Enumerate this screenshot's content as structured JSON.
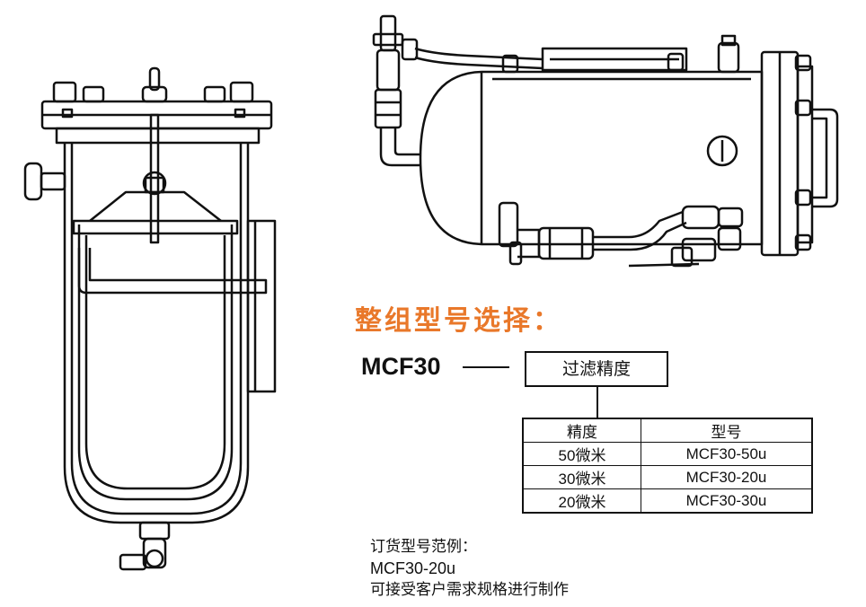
{
  "selection": {
    "heading": "整组型号选择：",
    "base_model": "MCF30",
    "option_label": "过滤精度"
  },
  "table": {
    "headers": [
      "精度",
      "型号"
    ],
    "rows": [
      {
        "precision": "50微米",
        "model": "MCF30-50u"
      },
      {
        "precision": "30微米",
        "model": "MCF30-20u"
      },
      {
        "precision": "20微米",
        "model": "MCF30-30u"
      }
    ]
  },
  "order_example": {
    "title": "订货型号范例：",
    "example": "MCF30-20u",
    "note": "可接受客户需求规格进行制作"
  },
  "colors": {
    "heading": "#e9782a",
    "line": "#111111"
  }
}
